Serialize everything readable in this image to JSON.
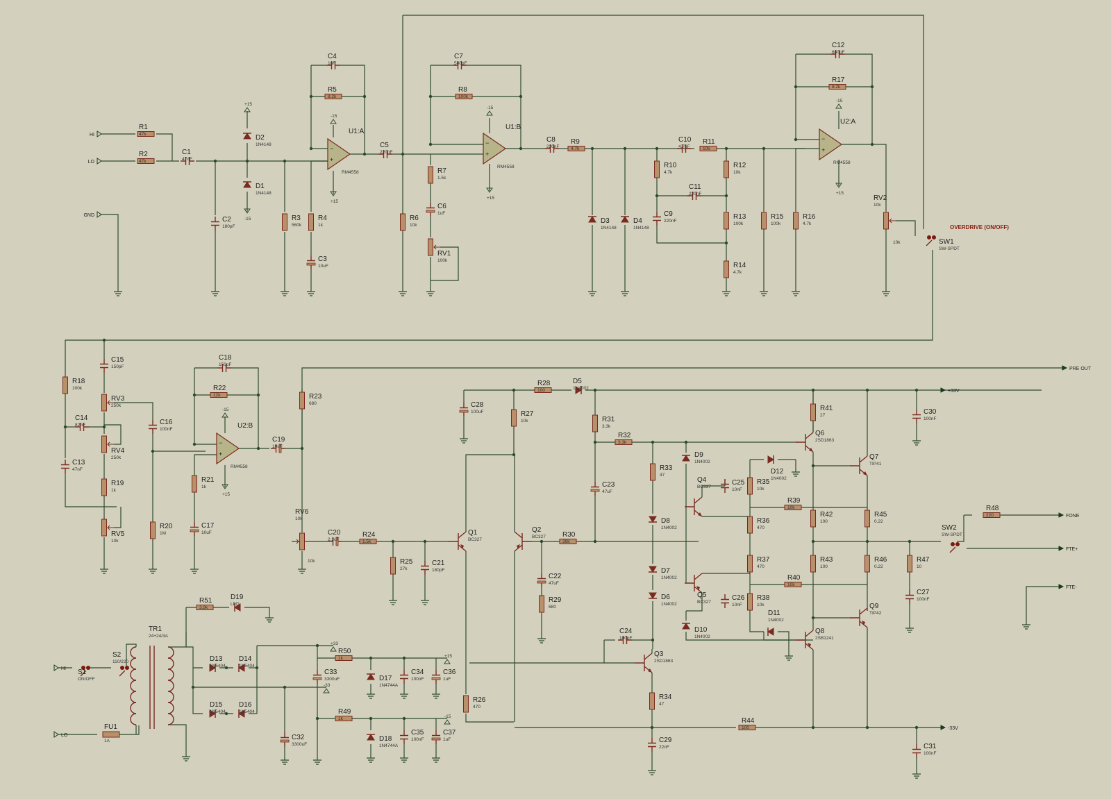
{
  "colors": {
    "background": "#d3d1bd",
    "wire": "#2e4a2e",
    "part_outline": "#7a2a20",
    "resistor_fill": "#b8906a",
    "op_amp_fill": "#b8b48a",
    "label": "#222222",
    "small_label": "#333333",
    "warning_text": "#8b1a10",
    "terminal": "#1a3a1a"
  },
  "ports": [
    {
      "id": "hi",
      "label": "HI"
    },
    {
      "id": "lo",
      "label": "LO"
    },
    {
      "id": "gnd",
      "label": "GND"
    },
    {
      "id": "pre",
      "label": "PRE OUT"
    },
    {
      "id": "fone",
      "label": "FONE"
    },
    {
      "id": "ftep",
      "label": "FTE+"
    },
    {
      "id": "ften",
      "label": "FTE-"
    },
    {
      "id": "pos33",
      "label": "+33V"
    },
    {
      "id": "neg33",
      "label": "-33V"
    }
  ],
  "supply_labels": {
    "p15": "+15",
    "m15": "-15",
    "p33": "+33",
    "m33": "-33"
  },
  "overdrive_label": "OVERDRIVE (ON/OFF)",
  "op_amps": [
    {
      "id": "u1a",
      "ref": "U1:A",
      "model": "RM4558"
    },
    {
      "id": "u1b",
      "ref": "U1:B",
      "model": "RM4558"
    },
    {
      "id": "u2a",
      "ref": "U2:A",
      "model": "RM4558"
    },
    {
      "id": "u2b",
      "ref": "U2:B",
      "model": "RM4558"
    }
  ],
  "resistors": [
    {
      "id": "r1",
      "ref": "R1",
      "value": "47k"
    },
    {
      "id": "r2",
      "ref": "R2",
      "value": "47k"
    },
    {
      "id": "r3",
      "ref": "R3",
      "value": "560k"
    },
    {
      "id": "r4",
      "ref": "R4",
      "value": "1k"
    },
    {
      "id": "r5",
      "ref": "R5",
      "value": "8.2k"
    },
    {
      "id": "r6",
      "ref": "R6",
      "value": "10k"
    },
    {
      "id": "r7",
      "ref": "R7",
      "value": "1.5k"
    },
    {
      "id": "r8",
      "ref": "R8",
      "value": "100k"
    },
    {
      "id": "r9",
      "ref": "R9",
      "value": "4.7k"
    },
    {
      "id": "r10",
      "ref": "R10",
      "value": "4.7k"
    },
    {
      "id": "r11",
      "ref": "R11",
      "value": "10k"
    },
    {
      "id": "r12",
      "ref": "R12",
      "value": "10k"
    },
    {
      "id": "r13",
      "ref": "R13",
      "value": "100k"
    },
    {
      "id": "r14",
      "ref": "R14",
      "value": "4.7k"
    },
    {
      "id": "r15",
      "ref": "R15",
      "value": "100k"
    },
    {
      "id": "r16",
      "ref": "R16",
      "value": "4.7k"
    },
    {
      "id": "r17",
      "ref": "R17",
      "value": "8.2k"
    },
    {
      "id": "r18",
      "ref": "R18",
      "value": "100k"
    },
    {
      "id": "r19",
      "ref": "R19",
      "value": "1k"
    },
    {
      "id": "r20",
      "ref": "R20",
      "value": "1M"
    },
    {
      "id": "r21",
      "ref": "R21",
      "value": "1k"
    },
    {
      "id": "r22",
      "ref": "R22",
      "value": "12k"
    },
    {
      "id": "r23",
      "ref": "R23",
      "value": "680"
    },
    {
      "id": "r24",
      "ref": "R24",
      "value": "1.5k"
    },
    {
      "id": "r25",
      "ref": "R25",
      "value": "27k"
    },
    {
      "id": "r26",
      "ref": "R26",
      "value": "470"
    },
    {
      "id": "r27",
      "ref": "R27",
      "value": "10k"
    },
    {
      "id": "r28",
      "ref": "R28",
      "value": "100"
    },
    {
      "id": "r29",
      "ref": "R29",
      "value": "680"
    },
    {
      "id": "r30",
      "ref": "R30",
      "value": "39k"
    },
    {
      "id": "r31",
      "ref": "R31",
      "value": "3.3k"
    },
    {
      "id": "r32",
      "ref": "R32",
      "value": "3.3k"
    },
    {
      "id": "r33",
      "ref": "R33",
      "value": "47"
    },
    {
      "id": "r34",
      "ref": "R34",
      "value": "47"
    },
    {
      "id": "r35",
      "ref": "R35",
      "value": "10k"
    },
    {
      "id": "r36",
      "ref": "R36",
      "value": "470"
    },
    {
      "id": "r37",
      "ref": "R37",
      "value": "470"
    },
    {
      "id": "r38",
      "ref": "R38",
      "value": "10k"
    },
    {
      "id": "r39",
      "ref": "R39",
      "value": "10k"
    },
    {
      "id": "r40",
      "ref": "R40",
      "value": "10k"
    },
    {
      "id": "r41",
      "ref": "R41",
      "value": "27"
    },
    {
      "id": "r42",
      "ref": "R42",
      "value": "100"
    },
    {
      "id": "r43",
      "ref": "R43",
      "value": "100"
    },
    {
      "id": "r44",
      "ref": "R44",
      "value": "100"
    },
    {
      "id": "r45",
      "ref": "R45",
      "value": "0.22"
    },
    {
      "id": "r46",
      "ref": "R46",
      "value": "0.22"
    },
    {
      "id": "r47",
      "ref": "R47",
      "value": "10"
    },
    {
      "id": "r48",
      "ref": "R48",
      "value": "220"
    },
    {
      "id": "r49",
      "ref": "R49",
      "value": "1k"
    },
    {
      "id": "r50",
      "ref": "R50",
      "value": "1k"
    },
    {
      "id": "r51",
      "ref": "R51",
      "value": "3.9k"
    }
  ],
  "potentiometers": [
    {
      "id": "rv1",
      "ref": "RV1",
      "value": "100k"
    },
    {
      "id": "rv2",
      "ref": "RV2",
      "value": "10k"
    },
    {
      "id": "rv3",
      "ref": "RV3",
      "value": "250k"
    },
    {
      "id": "rv4",
      "ref": "RV4",
      "value": "250k"
    },
    {
      "id": "rv5",
      "ref": "RV5",
      "value": "10k"
    },
    {
      "id": "rv6",
      "ref": "RV6",
      "value": "10k"
    }
  ],
  "capacitors": [
    {
      "id": "c1",
      "ref": "C1",
      "value": "47nF"
    },
    {
      "id": "c2",
      "ref": "C2",
      "value": "180pF"
    },
    {
      "id": "c3",
      "ref": "C3",
      "value": "10uF"
    },
    {
      "id": "c4",
      "ref": "C4",
      "value": "1nF"
    },
    {
      "id": "c5",
      "ref": "C5",
      "value": "220nF"
    },
    {
      "id": "c6",
      "ref": "C6",
      "value": "1uF"
    },
    {
      "id": "c7",
      "ref": "C7",
      "value": "560pF"
    },
    {
      "id": "c8",
      "ref": "C8",
      "value": "220nF"
    },
    {
      "id": "c9",
      "ref": "C9",
      "value": "220nF"
    },
    {
      "id": "c10",
      "ref": "C10",
      "value": "4.7nF"
    },
    {
      "id": "c11",
      "ref": "C11",
      "value": "220nF"
    },
    {
      "id": "c12",
      "ref": "C12",
      "value": "680pF"
    },
    {
      "id": "c13",
      "ref": "C13",
      "value": "47nF"
    },
    {
      "id": "c14",
      "ref": "C14",
      "value": "82nF"
    },
    {
      "id": "c15",
      "ref": "C15",
      "value": "150pF"
    },
    {
      "id": "c16",
      "ref": "C16",
      "value": "100nF"
    },
    {
      "id": "c17",
      "ref": "C17",
      "value": "10uF"
    },
    {
      "id": "c18",
      "ref": "C18",
      "value": "150pF"
    },
    {
      "id": "c19",
      "ref": "C19",
      "value": "10uF"
    },
    {
      "id": "c20",
      "ref": "C20",
      "value": "2.2uF"
    },
    {
      "id": "c21",
      "ref": "C21",
      "value": "180pF"
    },
    {
      "id": "c22",
      "ref": "C22",
      "value": "47uF"
    },
    {
      "id": "c23",
      "ref": "C23",
      "value": "47uF"
    },
    {
      "id": "c24",
      "ref": "C24",
      "value": "100pF"
    },
    {
      "id": "c25",
      "ref": "C25",
      "value": "10nF"
    },
    {
      "id": "c26",
      "ref": "C26",
      "value": "10nF"
    },
    {
      "id": "c27",
      "ref": "C27",
      "value": "100nF"
    },
    {
      "id": "c28",
      "ref": "C28",
      "value": "100uF"
    },
    {
      "id": "c29",
      "ref": "C29",
      "value": "22nF"
    },
    {
      "id": "c30",
      "ref": "C30",
      "value": "100nF"
    },
    {
      "id": "c31",
      "ref": "C31",
      "value": "100nF"
    },
    {
      "id": "c32",
      "ref": "C32",
      "value": "3300uF"
    },
    {
      "id": "c33",
      "ref": "C33",
      "value": "3300uF"
    },
    {
      "id": "c34",
      "ref": "C34",
      "value": "100nF"
    },
    {
      "id": "c35",
      "ref": "C35",
      "value": "100nF"
    },
    {
      "id": "c36",
      "ref": "C36",
      "value": "1uF"
    },
    {
      "id": "c37",
      "ref": "C37",
      "value": "1uF"
    }
  ],
  "diodes": [
    {
      "id": "d1",
      "ref": "D1",
      "value": "1N4148"
    },
    {
      "id": "d2",
      "ref": "D2",
      "value": "1N4148"
    },
    {
      "id": "d3",
      "ref": "D3",
      "value": "1N4148"
    },
    {
      "id": "d4",
      "ref": "D4",
      "value": "1N4148"
    },
    {
      "id": "d5",
      "ref": "D5",
      "value": "1N4002"
    },
    {
      "id": "d6",
      "ref": "D6",
      "value": "1N4002"
    },
    {
      "id": "d7",
      "ref": "D7",
      "value": "1N4002"
    },
    {
      "id": "d8",
      "ref": "D8",
      "value": "1N4002"
    },
    {
      "id": "d9",
      "ref": "D9",
      "value": "1N4002"
    },
    {
      "id": "d10",
      "ref": "D10",
      "value": "1N4002"
    },
    {
      "id": "d11",
      "ref": "D11",
      "value": "1N4002"
    },
    {
      "id": "d12",
      "ref": "D12",
      "value": "1N4002"
    },
    {
      "id": "d13",
      "ref": "D13",
      "value": "1N5404"
    },
    {
      "id": "d14",
      "ref": "D14",
      "value": "1N5404"
    },
    {
      "id": "d15",
      "ref": "D15",
      "value": "1N5404"
    },
    {
      "id": "d16",
      "ref": "D16",
      "value": "1N5404"
    },
    {
      "id": "d17",
      "ref": "D17",
      "value": "1N4744A"
    },
    {
      "id": "d18",
      "ref": "D18",
      "value": "1N4744A"
    },
    {
      "id": "d19",
      "ref": "D19",
      "value": "LED"
    }
  ],
  "transistors": [
    {
      "id": "q1",
      "ref": "Q1",
      "value": "BC327"
    },
    {
      "id": "q2",
      "ref": "Q2",
      "value": "BC327"
    },
    {
      "id": "q3",
      "ref": "Q3",
      "value": "2SD1863"
    },
    {
      "id": "q4",
      "ref": "Q4",
      "value": "BC337"
    },
    {
      "id": "q5",
      "ref": "Q5",
      "value": "BC327"
    },
    {
      "id": "q6",
      "ref": "Q6",
      "value": "2SD1863"
    },
    {
      "id": "q7",
      "ref": "Q7",
      "value": "TIP41"
    },
    {
      "id": "q8",
      "ref": "Q8",
      "value": "2SB1241"
    },
    {
      "id": "q9",
      "ref": "Q9",
      "value": "TIP42"
    }
  ],
  "switches": [
    {
      "id": "sw1",
      "ref": "SW1",
      "value": "SW-SPDT"
    },
    {
      "id": "sw2",
      "ref": "SW2",
      "value": "SW-SPDT"
    },
    {
      "id": "s1",
      "ref": "S1",
      "value": "ON/OFF"
    },
    {
      "id": "s2",
      "ref": "S2",
      "value": "110/220"
    }
  ],
  "others": [
    {
      "id": "tr1",
      "ref": "TR1",
      "value": "24+24/3A"
    },
    {
      "id": "fu1",
      "ref": "FU1",
      "value": "1A"
    }
  ]
}
